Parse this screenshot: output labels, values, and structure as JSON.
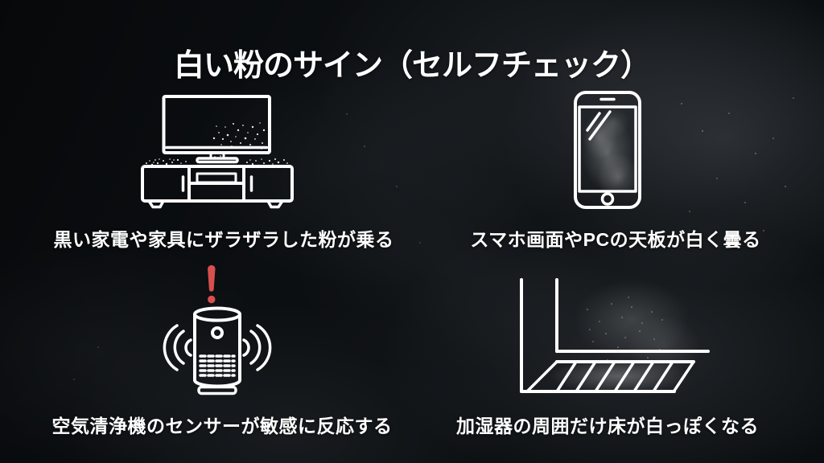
{
  "slide": {
    "title": "白い粉のサイン（セルフチェック）"
  },
  "items": [
    {
      "icon": "tv-cabinet-icon",
      "caption": "黒い家電や家具にザラザラした粉が乗る"
    },
    {
      "icon": "smartphone-icon",
      "caption": "スマホ画面やPCの天板が白く曇る"
    },
    {
      "icon": "air-purifier-icon",
      "caption": "空気清浄機のセンサーが敏感に反応する"
    },
    {
      "icon": "floor-corner-icon",
      "caption": "加湿器の周囲だけ床が白っぽくなる"
    }
  ],
  "colors": {
    "background": "#0c0f12",
    "line_white": "#ffffff",
    "text_white": "#ffffff",
    "alert_red": "#d84f4f"
  }
}
